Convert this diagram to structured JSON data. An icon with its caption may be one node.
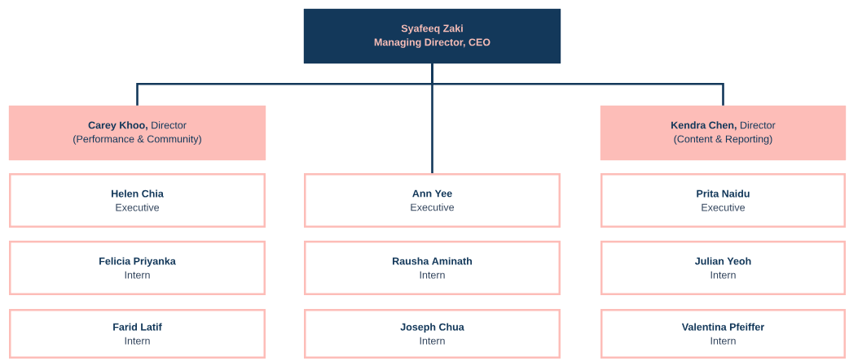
{
  "diagram": {
    "nodes": [
      {
        "text": [
          "Syafeeq Zaki",
          "Managing Director, CEO"
        ]
      },
      {
        "text": [
          "**Carey Khoo,** Director",
          "(Performance & Community)"
        ]
      },
      {
        "text": [
          "**Kendra Chen,** Director",
          "(Content & Reporting)"
        ]
      },
      {
        "text": [
          "Helen Chia",
          "Executive"
        ]
      },
      {
        "text": [
          "Ann Yee",
          "Executive"
        ]
      },
      {
        "text": [
          "Prita Naidu",
          "Executive"
        ]
      },
      {
        "text": [
          "Felicia Priyanka",
          "Intern"
        ]
      },
      {
        "text": [
          "Rausha Aminath",
          "Intern"
        ]
      },
      {
        "text": [
          "Julian Yeoh",
          "Intern"
        ]
      },
      {
        "text": [
          "Farid Latif",
          "Intern"
        ]
      },
      {
        "text": [
          "Joseph Chua",
          "Intern"
        ]
      },
      {
        "text": [
          "Valentina Pfeiffer",
          "Intern"
        ]
      }
    ],
    "edges": [
      {
        "from": 0,
        "to": 1,
        "arrow": "none"
      },
      {
        "from": 0,
        "to": 4,
        "arrow": "none"
      },
      {
        "from": 0,
        "to": 2,
        "arrow": "none"
      }
    ]
  }
}
